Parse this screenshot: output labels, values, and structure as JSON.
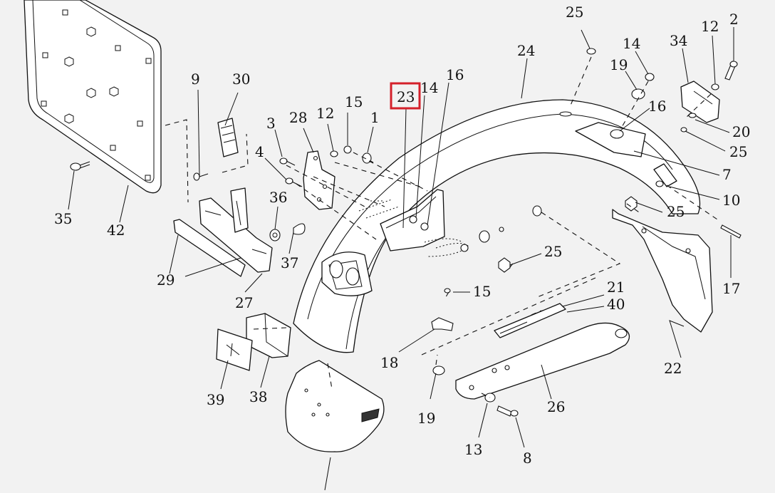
{
  "highlight": {
    "label": "23",
    "color": "#d4202a"
  },
  "callouts": [
    {
      "id": "c-2",
      "text": "2"
    },
    {
      "id": "c-12a",
      "text": "12"
    },
    {
      "id": "c-34",
      "text": "34"
    },
    {
      "id": "c-14a",
      "text": "14"
    },
    {
      "id": "c-19a",
      "text": "19"
    },
    {
      "id": "c-25a",
      "text": "25"
    },
    {
      "id": "c-24",
      "text": "24"
    },
    {
      "id": "c-16a",
      "text": "16"
    },
    {
      "id": "c-23",
      "text": "23"
    },
    {
      "id": "c-14b",
      "text": "14"
    },
    {
      "id": "c-9",
      "text": "9"
    },
    {
      "id": "c-30",
      "text": "30"
    },
    {
      "id": "c-15a",
      "text": "15"
    },
    {
      "id": "c-1",
      "text": "1"
    },
    {
      "id": "c-3",
      "text": "3"
    },
    {
      "id": "c-28",
      "text": "28"
    },
    {
      "id": "c-12b",
      "text": "12"
    },
    {
      "id": "c-16b",
      "text": "16"
    },
    {
      "id": "c-20",
      "text": "20"
    },
    {
      "id": "c-25b",
      "text": "25"
    },
    {
      "id": "c-4",
      "text": "4"
    },
    {
      "id": "c-7",
      "text": "7"
    },
    {
      "id": "c-10",
      "text": "10"
    },
    {
      "id": "c-36",
      "text": "36"
    },
    {
      "id": "c-25c",
      "text": "25"
    },
    {
      "id": "c-35",
      "text": "35"
    },
    {
      "id": "c-42",
      "text": "42"
    },
    {
      "id": "c-17",
      "text": "17"
    },
    {
      "id": "c-25d",
      "text": "25"
    },
    {
      "id": "c-37",
      "text": "37"
    },
    {
      "id": "c-29",
      "text": "29"
    },
    {
      "id": "c-15b",
      "text": "15"
    },
    {
      "id": "c-27",
      "text": "27"
    },
    {
      "id": "c-21",
      "text": "21"
    },
    {
      "id": "c-40",
      "text": "40"
    },
    {
      "id": "c-22",
      "text": "22"
    },
    {
      "id": "c-18",
      "text": "18"
    },
    {
      "id": "c-39",
      "text": "39"
    },
    {
      "id": "c-38",
      "text": "38"
    },
    {
      "id": "c-19b",
      "text": "19"
    },
    {
      "id": "c-26",
      "text": "26"
    },
    {
      "id": "c-13",
      "text": "13"
    },
    {
      "id": "c-8",
      "text": "8"
    }
  ]
}
